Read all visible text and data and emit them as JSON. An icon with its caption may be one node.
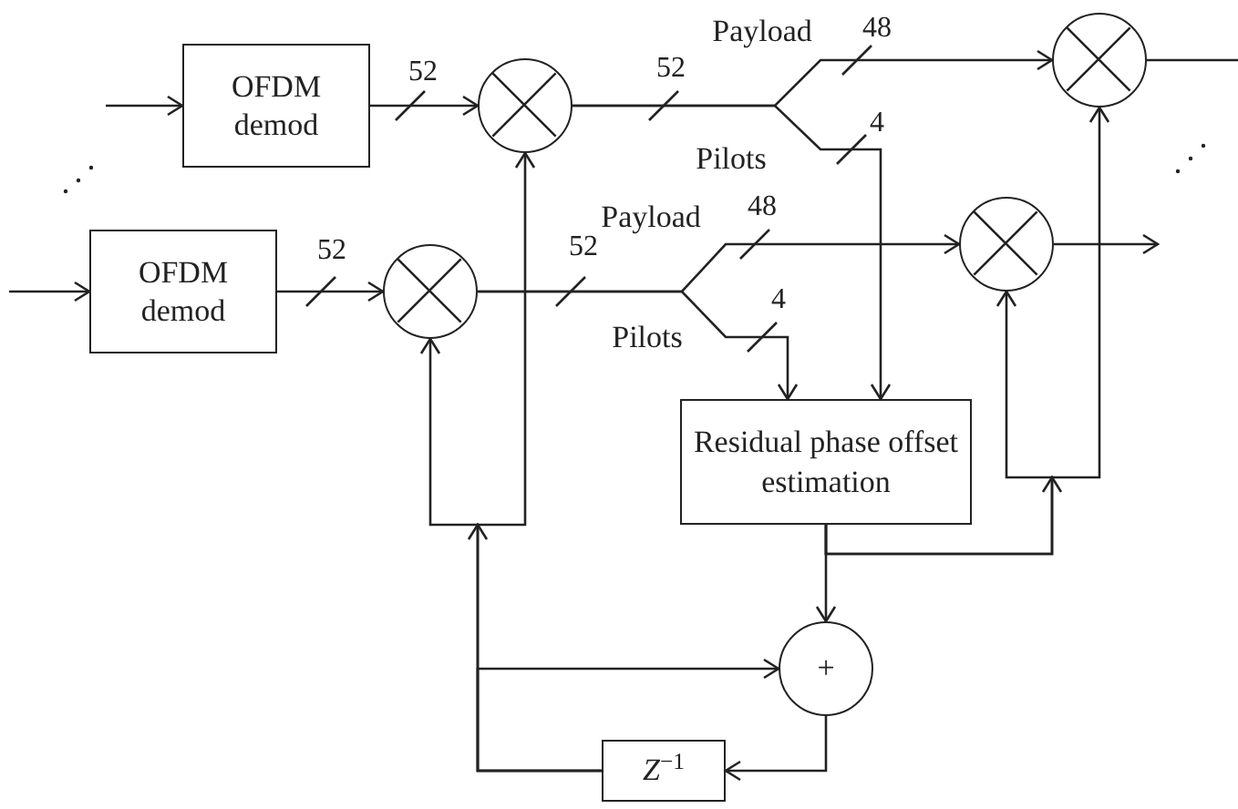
{
  "diagram": {
    "nodes": [
      {
        "text": [
          "OFDM demod"
        ]
      },
      {
        "text": [
          "OFDM demod"
        ]
      },
      {
        "text": [],
        "shape": "circle"
      },
      {
        "text": [],
        "shape": "circle"
      },
      {
        "text": [],
        "shape": "circle"
      },
      {
        "text": [],
        "shape": "circle"
      },
      {
        "text": [
          "Residual phase offset estimation"
        ]
      },
      {
        "text": [
          "+"
        ]
      },
      {
        "text": [
          "*Z*$^{−1}$"
        ]
      }
    ],
    "edges": [
      {
        "from": null,
        "to": 0,
        "arrow": "to"
      },
      {
        "from": null,
        "to": 1,
        "arrow": "to"
      },
      {
        "from": 0,
        "to": 2,
        "arrow": "to"
      },
      {
        "from": 1,
        "to": 3,
        "arrow": "to"
      },
      {
        "from": 2,
        "to": 4,
        "arrow": "to",
        "label": "Payload"
      },
      {
        "from": 2,
        "to": 6,
        "arrow": "to",
        "label": "Pilots"
      },
      {
        "from": 3,
        "to": 5,
        "arrow": "to",
        "label": "Payload"
      },
      {
        "from": 3,
        "to": 6,
        "arrow": "to",
        "label": "Pilots"
      },
      {
        "from": 4,
        "to": null,
        "arrow": "none"
      },
      {
        "from": 5,
        "to": null,
        "arrow": "to"
      },
      {
        "from": 6,
        "to": 7,
        "arrow": "to"
      },
      {
        "from": 6,
        "to": 5,
        "arrow": "to"
      },
      {
        "from": 6,
        "to": 4,
        "arrow": "to"
      },
      {
        "from": 7,
        "to": 8,
        "arrow": "to"
      },
      {
        "from": 8,
        "to": 7,
        "arrow": "to"
      },
      {
        "from": 8,
        "to": 3,
        "arrow": "to"
      },
      {
        "from": 8,
        "to": 2,
        "arrow": "to"
      }
    ],
    "labels": [
      "48",
      "52",
      "52",
      "4",
      "48",
      "52",
      "52",
      "4"
    ]
  }
}
